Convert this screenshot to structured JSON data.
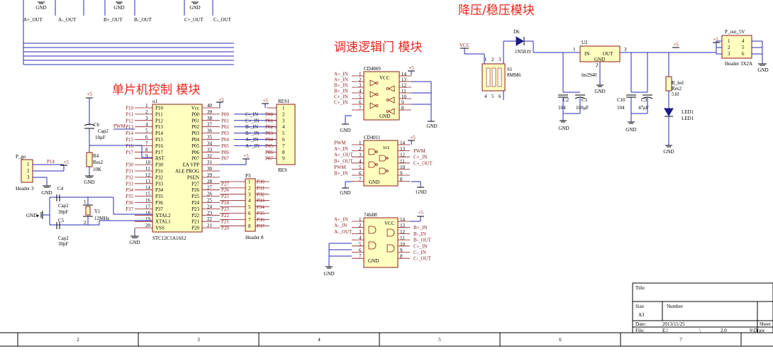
{
  "titles": {
    "regulator": "降压/稳压模块",
    "logic": "调速逻辑门 模块",
    "mcu": "单片机控制 模块"
  },
  "top_outputs": [
    "A+_OUT",
    "A-_OUT",
    "B+_OUT",
    "B-_OUT",
    "C+_OUT",
    "C-_OUT"
  ],
  "power": {
    "gnd": "GND",
    "vcc": "VCC",
    "p5": "+5"
  },
  "mcu": {
    "ref": "u1",
    "part": "STC12C5A16S2",
    "left_pins": [
      {
        "no": "1",
        "name": "P10",
        "net": "P10"
      },
      {
        "no": "2",
        "name": "P11",
        "net": "P11"
      },
      {
        "no": "3",
        "name": "P12",
        "net": "P12"
      },
      {
        "no": "4",
        "name": "P13",
        "net": "P13"
      },
      {
        "no": "5",
        "name": "P14",
        "net": "P14"
      },
      {
        "no": "6",
        "name": "P15",
        "net": "P15"
      },
      {
        "no": "7",
        "name": "P16",
        "net": "P16"
      },
      {
        "no": "8",
        "name": "P17",
        "net": "P17"
      },
      {
        "no": "9",
        "name": "RST",
        "net": ""
      },
      {
        "no": "10",
        "name": "P30",
        "net": "P30"
      },
      {
        "no": "11",
        "name": "P31",
        "net": "P31"
      },
      {
        "no": "12",
        "name": "P32",
        "net": "P32"
      },
      {
        "no": "13",
        "name": "P33",
        "net": "P33"
      },
      {
        "no": "14",
        "name": "P34",
        "net": "P34"
      },
      {
        "no": "15",
        "name": "P35",
        "net": "P35"
      },
      {
        "no": "16",
        "name": "P36",
        "net": "P36"
      },
      {
        "no": "17",
        "name": "P37",
        "net": "P37"
      },
      {
        "no": "18",
        "name": "XTAL2",
        "net": ""
      },
      {
        "no": "19",
        "name": "XTAL1",
        "net": ""
      },
      {
        "no": "20",
        "name": "VSS",
        "net": ""
      }
    ],
    "right_pins": [
      {
        "no": "40",
        "name": "Vcc",
        "net": ""
      },
      {
        "no": "39",
        "name": "P00",
        "net": "P00"
      },
      {
        "no": "38",
        "name": "P01",
        "net": "P01"
      },
      {
        "no": "37",
        "name": "P02",
        "net": "P02"
      },
      {
        "no": "36",
        "name": "P03",
        "net": "P03"
      },
      {
        "no": "35",
        "name": "P04",
        "net": "P04"
      },
      {
        "no": "34",
        "name": "P05",
        "net": "P05"
      },
      {
        "no": "33",
        "name": "P06",
        "net": "P06"
      },
      {
        "no": "32",
        "name": "P07",
        "net": "P07"
      },
      {
        "no": "31",
        "name": "EA VPP",
        "net": ""
      },
      {
        "no": "30",
        "name": "ALE PROG",
        "net": ""
      },
      {
        "no": "29",
        "name": "PSEN",
        "net": ""
      },
      {
        "no": "28",
        "name": "P27",
        "net": "P27"
      },
      {
        "no": "27",
        "name": "P26",
        "net": "P26"
      },
      {
        "no": "26",
        "name": "P25",
        "net": "P25"
      },
      {
        "no": "25",
        "name": "P24",
        "net": "P24"
      },
      {
        "no": "24",
        "name": "P23",
        "net": "P23"
      },
      {
        "no": "23",
        "name": "P22",
        "net": "P22"
      },
      {
        "no": "22",
        "name": "P21",
        "net": "P21"
      },
      {
        "no": "21",
        "name": "P20",
        "net": "P20"
      }
    ],
    "pwm_label": "PWM",
    "port_labels": [
      "C-_IN",
      "C+_IN",
      "B-_IN",
      "B+_IN",
      "A-_IN",
      "A+_IN"
    ]
  },
  "res1": {
    "ref": "RES1",
    "part": "RES",
    "left": [
      "P00",
      "P01",
      "P02",
      "P03",
      "P04",
      "P05",
      "P06",
      "P07"
    ],
    "pins": [
      "1",
      "2",
      "3",
      "4",
      "5",
      "6",
      "7",
      "8",
      "9"
    ]
  },
  "p3": {
    "ref": "P3",
    "part": "Header 8",
    "nets": [
      "P30",
      "P31",
      "P32",
      "P33",
      "P34",
      "P35",
      "P36",
      "P37"
    ],
    "pins": [
      "1",
      "2",
      "3",
      "4",
      "5",
      "6",
      "7",
      "8"
    ]
  },
  "pgo": {
    "ref": "P_go",
    "part": "Header 3",
    "pins": [
      "1",
      "2",
      "3"
    ],
    "net": "P14"
  },
  "c6": {
    "ref": "C6",
    "part": "Cap2",
    "value": "10μF"
  },
  "r4": {
    "ref": "R4",
    "part": "Res2",
    "value": "10K"
  },
  "c4": {
    "ref": "C4",
    "part": "Cap2",
    "value": "30pF"
  },
  "c5": {
    "ref": "C5",
    "part": "Cap2",
    "value": "30pF"
  },
  "y1": {
    "ref": "Y1",
    "value": "12MHz",
    "pins": [
      "1",
      "2"
    ]
  },
  "cd4069": {
    "ref": "CD4069",
    "vcc": "VCC",
    "gnd": "GND",
    "left": [
      {
        "no": "1",
        "net": "A+_IN"
      },
      {
        "no": "2",
        "net": "A+_IN"
      },
      {
        "no": "3",
        "net": "B+_IN"
      },
      {
        "no": "4",
        "net": "B+_IN"
      },
      {
        "no": "5",
        "net": "C+_IN"
      },
      {
        "no": "6",
        "net": "C+_IN"
      },
      {
        "no": "7",
        "net": ""
      }
    ],
    "right": [
      "14",
      "13",
      "12",
      "11",
      "10",
      "9",
      "8"
    ]
  },
  "cd4011": {
    "ref": "CD4011",
    "vcc": "vcc",
    "gnd": "GND",
    "left": [
      {
        "no": "1",
        "net": "PWM"
      },
      {
        "no": "2",
        "net": "A+_IN"
      },
      {
        "no": "3",
        "net": "A+_OUT"
      },
      {
        "no": "4",
        "net": "B+_OUT"
      },
      {
        "no": "5",
        "net": "PWM"
      },
      {
        "no": "6",
        "net": "B+_IN"
      },
      {
        "no": "7",
        "net": ""
      }
    ],
    "right": [
      {
        "no": "14",
        "net": ""
      },
      {
        "no": "13",
        "net": "PWM"
      },
      {
        "no": "12",
        "net": "C+_IN"
      },
      {
        "no": "11",
        "net": "C+_OUT"
      },
      {
        "no": "10",
        "net": ""
      },
      {
        "no": "9",
        "net": ""
      },
      {
        "no": "8",
        "net": ""
      }
    ]
  },
  "ls08": {
    "ref": "74ls08",
    "vcc": "VCC",
    "gnd": "GND",
    "left": [
      {
        "no": "1",
        "net": "A+_IN"
      },
      {
        "no": "2",
        "net": "A-_IN"
      },
      {
        "no": "3",
        "net": "A-_OUT"
      },
      {
        "no": "4",
        "net": ""
      },
      {
        "no": "5",
        "net": ""
      },
      {
        "no": "6",
        "net": ""
      },
      {
        "no": "7",
        "net": ""
      }
    ],
    "right": [
      {
        "no": "14",
        "net": ""
      },
      {
        "no": "13",
        "net": "B+_IN"
      },
      {
        "no": "12",
        "net": "B-_IN"
      },
      {
        "no": "11",
        "net": "B-_OUT"
      },
      {
        "no": "10",
        "net": "C+_IN"
      },
      {
        "no": "9",
        "net": "C-_IN"
      },
      {
        "no": "8",
        "net": "C-_OUT"
      }
    ]
  },
  "regulator": {
    "d6": {
      "ref": "D6",
      "part": "1N5819"
    },
    "s1": {
      "ref": "S1",
      "part": "8MM6",
      "pins": [
        "1",
        "2",
        "3",
        "4",
        "5",
        "6"
      ]
    },
    "u2": {
      "ref": "U2",
      "part": "lm2940",
      "in": "IN",
      "out": "OUT",
      "gnd": "GND",
      "pins": [
        "1",
        "2",
        "3"
      ]
    },
    "c2": {
      "ref": "C2",
      "value": "104"
    },
    "c1": {
      "ref": "C1",
      "value": "100μF"
    },
    "c10": {
      "ref": "C10",
      "value": "104"
    },
    "c3": {
      "ref": "C3",
      "value": "47μF"
    },
    "rled": {
      "ref": "R_led",
      "part": "Res2",
      "value": "510"
    },
    "led1": {
      "ref": "LED1",
      "part": "LED1"
    },
    "pout": {
      "ref": "P_out_5V",
      "part": "Header 3X2A",
      "pins": [
        "1",
        "2",
        "3",
        "4",
        "5",
        "6"
      ]
    }
  },
  "title_block": {
    "title_label": "Title",
    "size_label": "Size",
    "size": "A3",
    "number_label": "Number",
    "date_label": "Date:",
    "date": "2013/11/25",
    "file_label": "File:",
    "file": "E:\\",
    "file_tail": "\\",
    "rev": "2.0",
    "sheet_label": "Sheet",
    "drawn": "S\\Draw"
  },
  "border": {
    "columns": [
      "2",
      "3",
      "4",
      "5",
      "6",
      "7"
    ]
  }
}
